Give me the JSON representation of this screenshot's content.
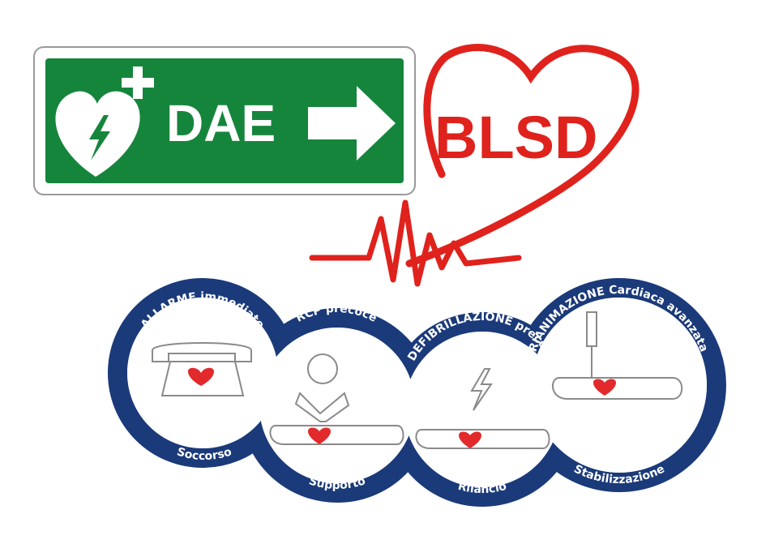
{
  "sign": {
    "label": "DAE",
    "bg_color": "#16853c",
    "icon": "heart-bolt-plus-icon",
    "arrow_icon": "arrow-right-icon"
  },
  "blsd": {
    "label": "BLSD",
    "color": "#e0221d"
  },
  "chain": {
    "ring_color": "#1b3a7a",
    "heart_color": "#e2292b",
    "links": [
      {
        "top": "ALLARME immediato",
        "bottom": "Soccorso",
        "icon": "telephone-icon"
      },
      {
        "top": "RCP precoce",
        "bottom": "Supporto",
        "icon": "cpr-rescuer-icon"
      },
      {
        "top": "DEFIBRILLAZIONE precoce",
        "bottom": "Rilancio",
        "icon": "defibrillation-bolt-icon"
      },
      {
        "top": "RIANIMAZIONE Cardiaca avanzata",
        "bottom": "Stabilizzazione",
        "icon": "iv-drip-patient-icon"
      }
    ]
  }
}
